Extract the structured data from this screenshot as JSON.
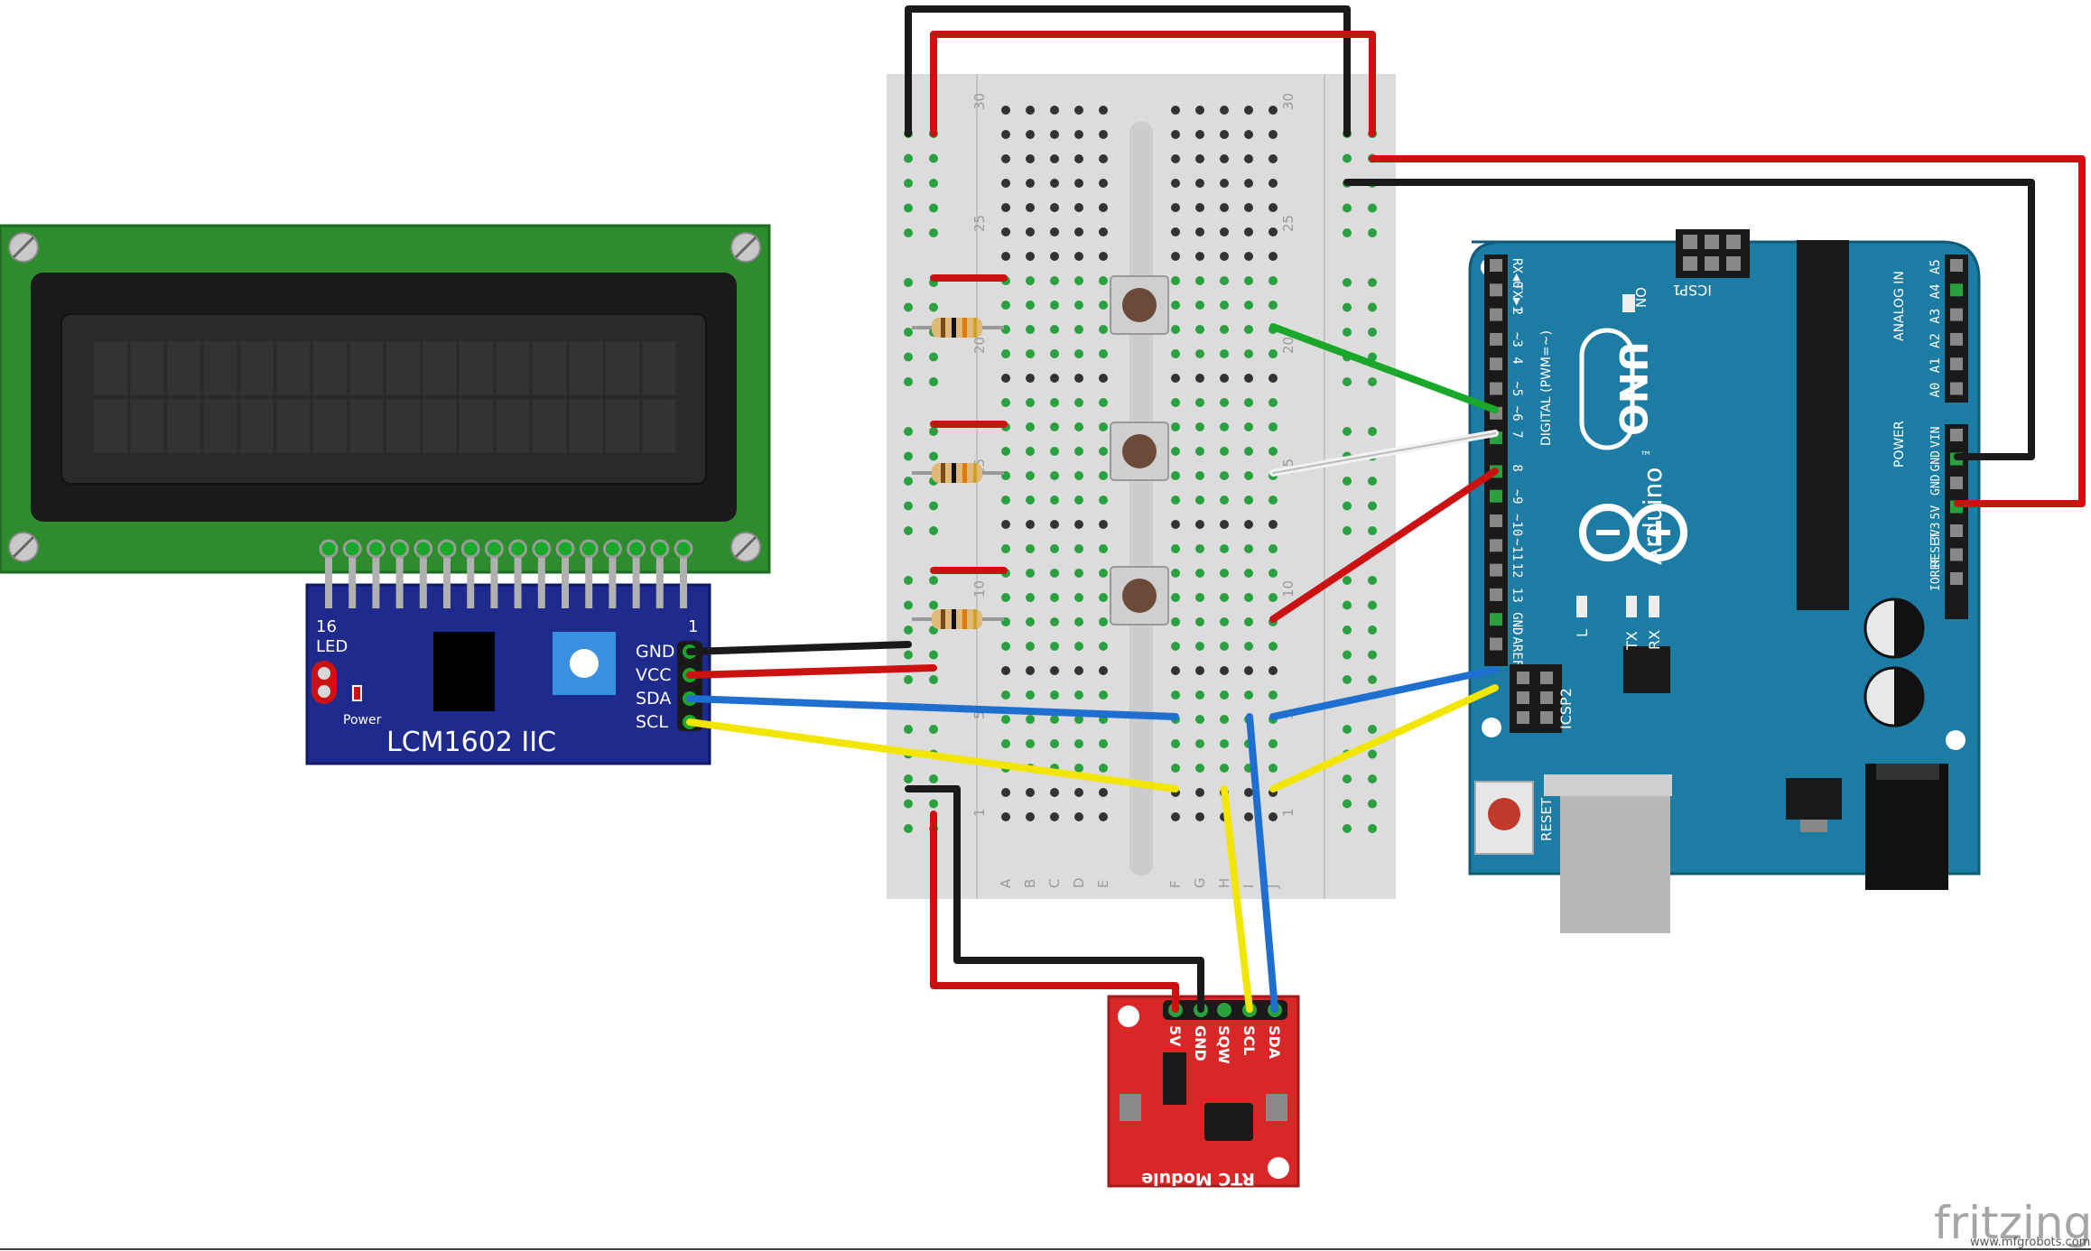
{
  "lcd_driver": {
    "pin_16": "16",
    "pin_1": "1",
    "led_label": "LED",
    "power_label": "Power",
    "title": "LCM1602 IIC",
    "pins": [
      "GND",
      "VCC",
      "SDA",
      "SCL"
    ]
  },
  "breadboard": {
    "row_numbers": [
      "30",
      "25",
      "20",
      "15",
      "10",
      "5",
      "1"
    ],
    "columns_left": [
      "A",
      "B",
      "C",
      "D",
      "E"
    ],
    "columns_right": [
      "F",
      "G",
      "H",
      "I",
      "J"
    ]
  },
  "arduino": {
    "digital_pins": [
      "RX◀0",
      "TX▶1",
      "2",
      "~3",
      "4",
      "~5",
      "~6",
      "7",
      "8",
      "~9",
      "~10",
      "~11",
      "12",
      "13",
      "GND",
      "AREF"
    ],
    "digital_header": "DIGITAL (PWM=~)",
    "analog_header": "ANALOG IN",
    "analog_pins": [
      "A5",
      "A4",
      "A3",
      "A2",
      "A1",
      "A0"
    ],
    "power_header": "POWER",
    "power_pins": [
      "VIN",
      "GND",
      "GND",
      "5V",
      "3V3",
      "RESET",
      "IOREF"
    ],
    "brand_model": "UNO",
    "brand_name": "Arduino",
    "trademark": "™",
    "on_label": "ON",
    "icsp_label": "ICSP",
    "icsp_pin1": "1",
    "icsp2_label": "ICSP2",
    "l_label": "L",
    "tx_label": "TX",
    "rx_label": "RX",
    "reset_label": "RESET"
  },
  "rtc": {
    "pins": [
      "5V",
      "GND",
      "SQW",
      "SCL",
      "SDA"
    ],
    "title": "RTC Module"
  },
  "footer": {
    "brand": "fritzing",
    "watermark": "www.mfgrobots.com"
  },
  "colors": {
    "wire_black": "#1a1a1a",
    "wire_red": "#cc1111",
    "wire_green": "#1aa82a",
    "wire_white": "#f2f2f2",
    "wire_blue": "#1f6fd1",
    "wire_yellow": "#f2e500",
    "lcd_pcb": "#2e8b2e",
    "i2c_pcb": "#1e2a8c",
    "arduino_pcb": "#1c7ca4",
    "rtc_pcb": "#d92626"
  }
}
